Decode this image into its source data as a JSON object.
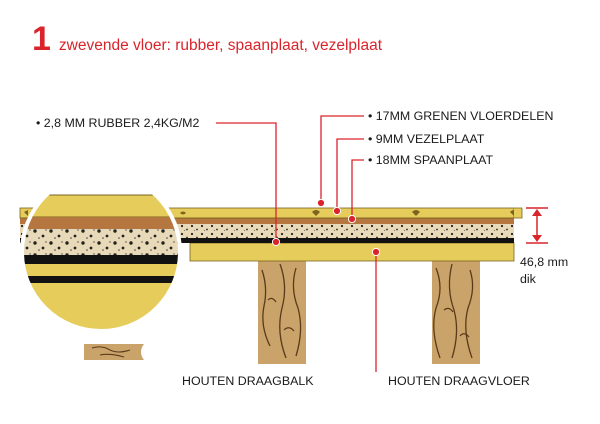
{
  "title": {
    "number": "1",
    "text": "zwevende vloer: rubber, spaanplaat, vezelplaat"
  },
  "labels": {
    "rubber": "• 2,8 MM RUBBER 2,4KG/M2",
    "grenen": "• 17MM GRENEN VLOERDELEN",
    "vezelplaat": "• 9MM VEZELPLAAT",
    "spaanplaat": "• 18MM SPAANPLAAT",
    "thickness_value": "46,8 mm",
    "thickness_unit": "dik",
    "draagbalk": "HOUTEN DRAAGBALK",
    "draagvloer": "HOUTEN DRAAGVLOER"
  },
  "colors": {
    "accent_red": "#d9242b",
    "wood_yellow": "#e6cc5a",
    "wood_brown": "#b5773f",
    "particle_beige": "#e8d9b8",
    "joist": "#c9a36a",
    "black": "#111111"
  }
}
